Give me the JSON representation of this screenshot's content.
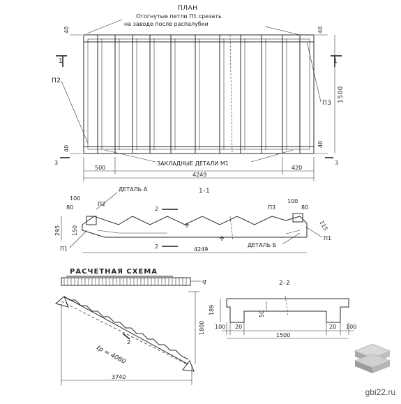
{
  "plan": {
    "title": "ПЛАН",
    "note_line1": "Отогнутые петли П1 срезать",
    "note_line2": "на заводе после распалубки",
    "dim_total": "4249",
    "dim_left": "500",
    "dim_right": "420",
    "dim_width": "1500",
    "dim_40a": "40",
    "dim_40b": "40",
    "dim_40c": "40",
    "dim_40d": "40",
    "dim_3": "3",
    "dim_3b": "3",
    "section_1": "1",
    "section_1b": "1",
    "label_p2": "П2",
    "label_p3": "П3",
    "embedded": "ЗАКЛАДНЫЕ ДЕТАЛИ М1"
  },
  "section11": {
    "title": "1-1",
    "detail_a": "ДЕТАЛЬ А",
    "detail_b": "ДЕТАЛЬ Б",
    "dim_total": "4249",
    "dim_295": "295",
    "dim_150": "150",
    "dim_100": "100",
    "dim_80": "80",
    "dim_100b": "100",
    "dim_80b": "80",
    "dim_115": "115",
    "cut_2a": "2",
    "cut_2b": "2",
    "label_p1": "П1",
    "label_p1b": "П1",
    "label_p2": "П2",
    "label_p3": "П3"
  },
  "calc": {
    "title": "РАСЧЕТНАЯ СХЕМА",
    "q": "q",
    "lp": "ℓр = 4080",
    "dim_3740": "3740",
    "dim_1800": "1800",
    "cut_2": "2"
  },
  "section22": {
    "title": "2-2",
    "dim_1500": "1500",
    "dim_100a": "100",
    "dim_20a": "20",
    "dim_20b": "20",
    "dim_100b": "100",
    "dim_50": "50",
    "dim_189": "189"
  },
  "watermark": {
    "text": "gbi22.ru"
  }
}
